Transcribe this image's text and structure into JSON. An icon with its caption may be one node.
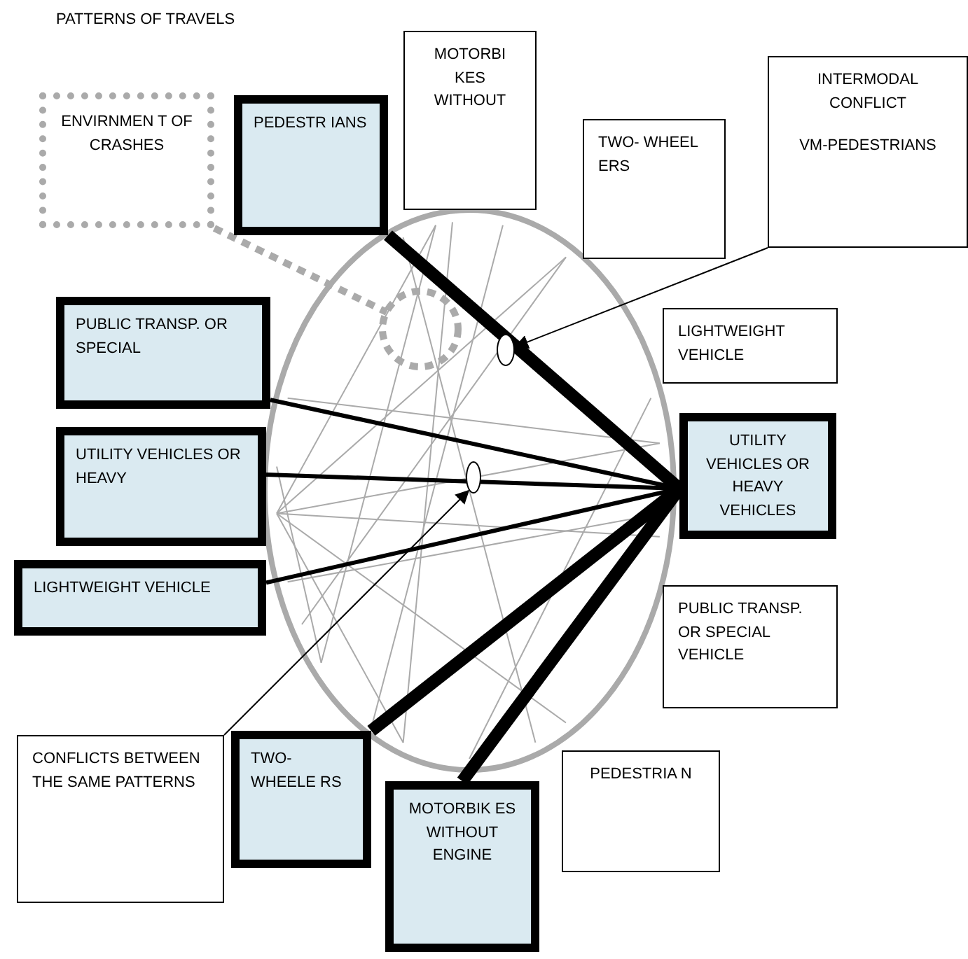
{
  "diagram": {
    "title": "PATTERNS OF TRAVELS",
    "nodes": [
      {
        "text": [
          "ENVIRNMEN T OF CRASHES"
        ]
      },
      {
        "text": [
          "PEDESTR IANS"
        ]
      },
      {
        "text": [
          "MOTORBI KES WITHOUT"
        ]
      },
      {
        "text": [
          "INTERMODAL CONFLICT",
          "VM-PEDESTRIANS"
        ]
      },
      {
        "text": [
          "TWO- WHEEL ERS"
        ]
      },
      {
        "text": [
          "PUBLIC TRANSP. OR SPECIAL"
        ]
      },
      {
        "text": [
          "LIGHTWEIGHT VEHICLE"
        ]
      },
      {
        "text": [
          "UTILITY VEHICLES OR HEAVY"
        ]
      },
      {
        "text": [
          "UTILITY VEHICLES OR HEAVY VEHICLES"
        ]
      },
      {
        "text": [
          "LIGHTWEIGHT VEHICLE"
        ]
      },
      {
        "text": [
          "PUBLIC TRANSP. OR SPECIAL VEHICLE"
        ]
      },
      {
        "text": [
          "CONFLICTS BETWEEN THE SAME PATTERNS"
        ]
      },
      {
        "text": [
          "TWO- WHEELE RS"
        ]
      },
      {
        "text": [
          "PEDESTRIA N"
        ]
      },
      {
        "text": [
          "MOTORBIK ES WITHOUT ENGINE"
        ]
      },
      {
        "text": [],
        "shape": "oval"
      },
      {
        "text": [],
        "shape": "oval"
      },
      {
        "text": [],
        "shape": "circle"
      }
    ],
    "edges": [
      {
        "from": 1,
        "to": 8,
        "arrow": "none",
        "style": "thick"
      },
      {
        "from": 5,
        "to": 8,
        "arrow": "none"
      },
      {
        "from": 7,
        "to": 8,
        "arrow": "none"
      },
      {
        "from": 9,
        "to": 8,
        "arrow": "none"
      },
      {
        "from": 12,
        "to": 8,
        "arrow": "none",
        "style": "thick"
      },
      {
        "from": 14,
        "to": 8,
        "arrow": "none",
        "style": "thick"
      },
      {
        "from": 3,
        "to": 15,
        "arrow": "to"
      },
      {
        "from": 11,
        "to": 16,
        "arrow": "to"
      },
      {
        "from": 0,
        "to": 17,
        "arrow": "none",
        "style": "dashed",
        "color": "#aaaaaa"
      }
    ]
  }
}
